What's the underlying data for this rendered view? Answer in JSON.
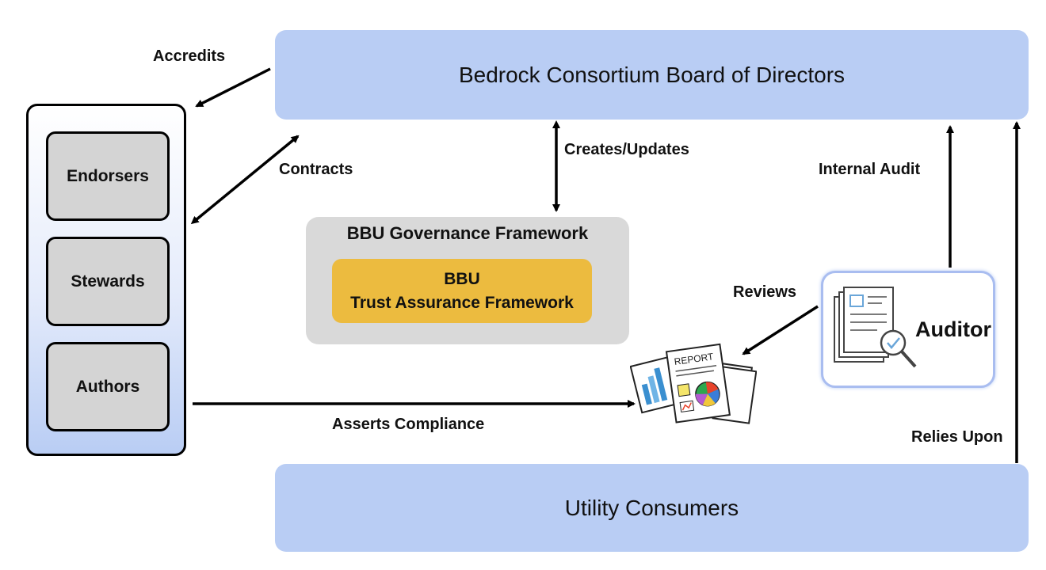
{
  "board": {
    "label": "Bedrock Consortium Board of Directors"
  },
  "consumers": {
    "label": "Utility Consumers"
  },
  "roles": {
    "items": [
      "Endorsers",
      "Stewards",
      "Authors"
    ]
  },
  "governance": {
    "title": "BBU Governance Framework",
    "inner_line1": "BBU",
    "inner_line2": "Trust Assurance Framework"
  },
  "auditor": {
    "label": "Auditor"
  },
  "report": {
    "label": "REPORT"
  },
  "edges": {
    "accredits": "Accredits",
    "contracts": "Contracts",
    "creates_updates": "Creates/Updates",
    "internal_audit": "Internal Audit",
    "reviews": "Reviews",
    "asserts_compliance": "Asserts Compliance",
    "relies_upon": "Relies Upon"
  }
}
